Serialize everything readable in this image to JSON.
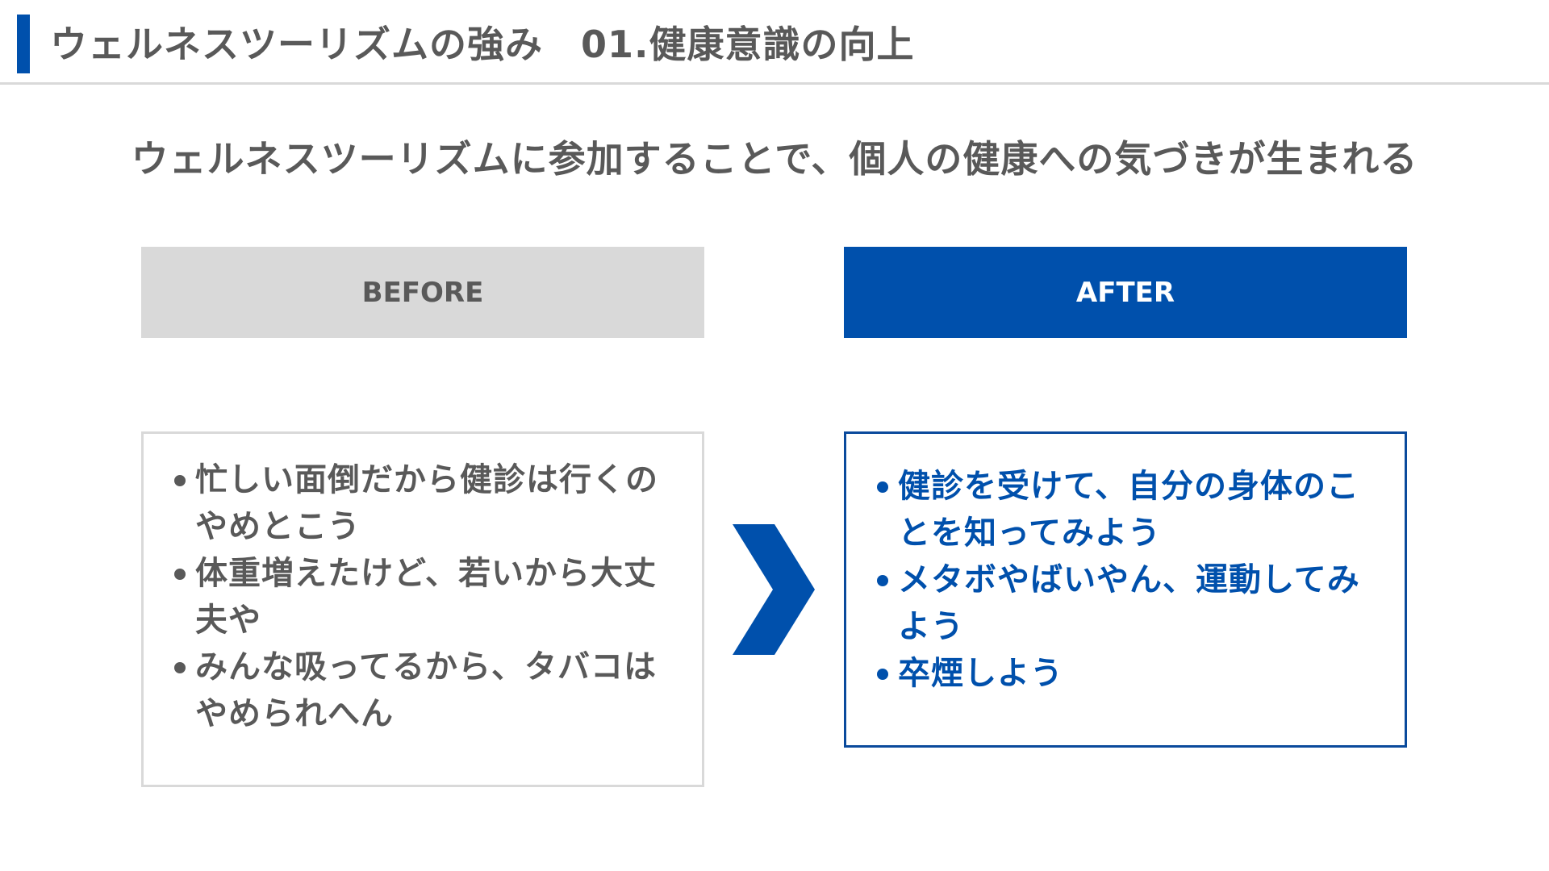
{
  "header": {
    "title": "ウェルネスツーリズムの強み　01.健康意識の向上"
  },
  "subtitle": "ウェルネスツーリズムに参加することで、個人の健康への気づきが生まれる",
  "before": {
    "label": "BEFORE",
    "items": [
      "忙しい面倒だから健診は行くのやめとこう",
      "体重増えたけど、若いから大丈夫や",
      "みんな吸ってるから、タバコはやめられへん"
    ]
  },
  "after": {
    "label": "AFTER",
    "items": [
      "健診を受けて、自分の身体のことを知ってみよう",
      "メタボやばいやん、運動してみよう",
      "卒煙しよう"
    ]
  },
  "colors": {
    "accent": "#0050ac",
    "gray_text": "#595959",
    "gray_fill": "#d9d9d9"
  },
  "icons": {
    "arrow": "chevron-right-icon"
  }
}
